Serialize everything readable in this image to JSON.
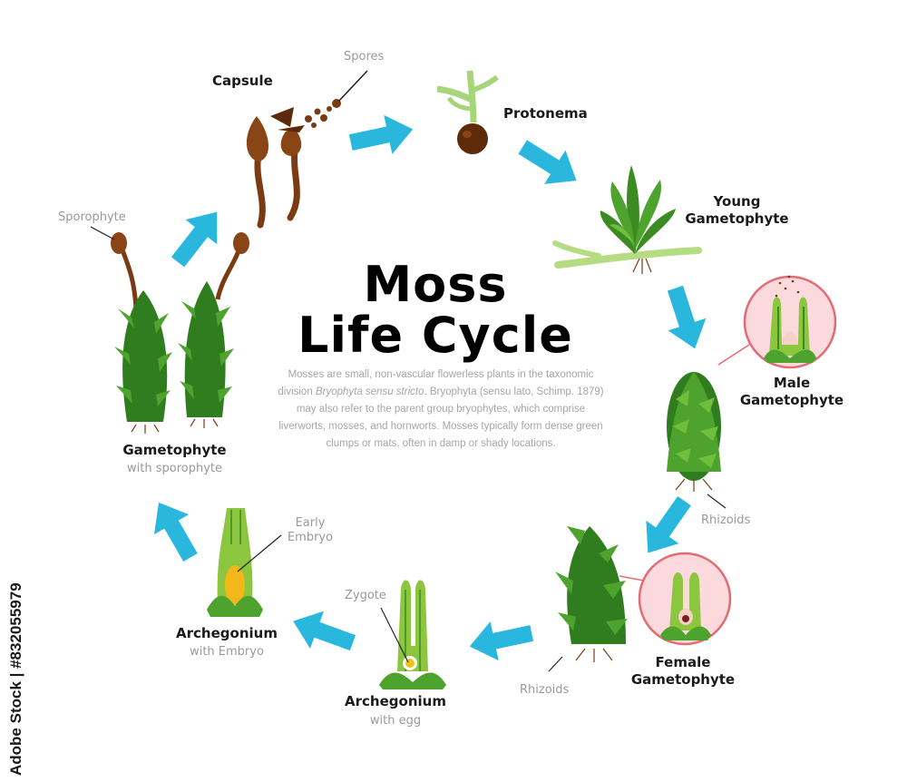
{
  "title_line1": "Moss",
  "title_line2": "Life Cycle",
  "description": {
    "part1": "Mosses are small, non-vascular flowerless plants in the taxonomic division ",
    "italic": "Bryophyta sensu stricto",
    "part2": ". Bryophyta (sensu lato, Schimp. 1879) may also refer to the parent group bryophytes, which comprise liverworts, mosses, and hornworts. Mosses typically form dense green clumps or mats, often in damp or shady locations."
  },
  "stages": {
    "capsule": "Capsule",
    "spores": "Spores",
    "protonema": "Protonema",
    "young_gametophyte": "Young\nGametophyte",
    "male_gametophyte": "Male\nGametophyte",
    "rhizoids_right": "Rhizoids",
    "female_gametophyte": "Female\nGametophyte",
    "rhizoids_bottom": "Rhizoids",
    "archegonium_egg": "Archegonium",
    "archegonium_egg_sub": "with egg",
    "zygote": "Zygote",
    "archegonium_embryo": "Archegonium",
    "archegonium_embryo_sub": "with Embryo",
    "early_embryo": "Early\nEmbryo",
    "gametophyte": "Gametophyte",
    "gametophyte_sub": "with sporophyte",
    "sporophyte": "Sporophyte"
  },
  "watermark_id": "Adobe Stock | #832055979",
  "colors": {
    "arrow": "#29b7de",
    "leaf_dark": "#2f7d1f",
    "leaf_mid": "#4da32d",
    "leaf_light": "#8cc63f",
    "brown": "#7a3b12",
    "circle_fill": "#fbd9dc",
    "circle_stroke": "#e36b74"
  }
}
